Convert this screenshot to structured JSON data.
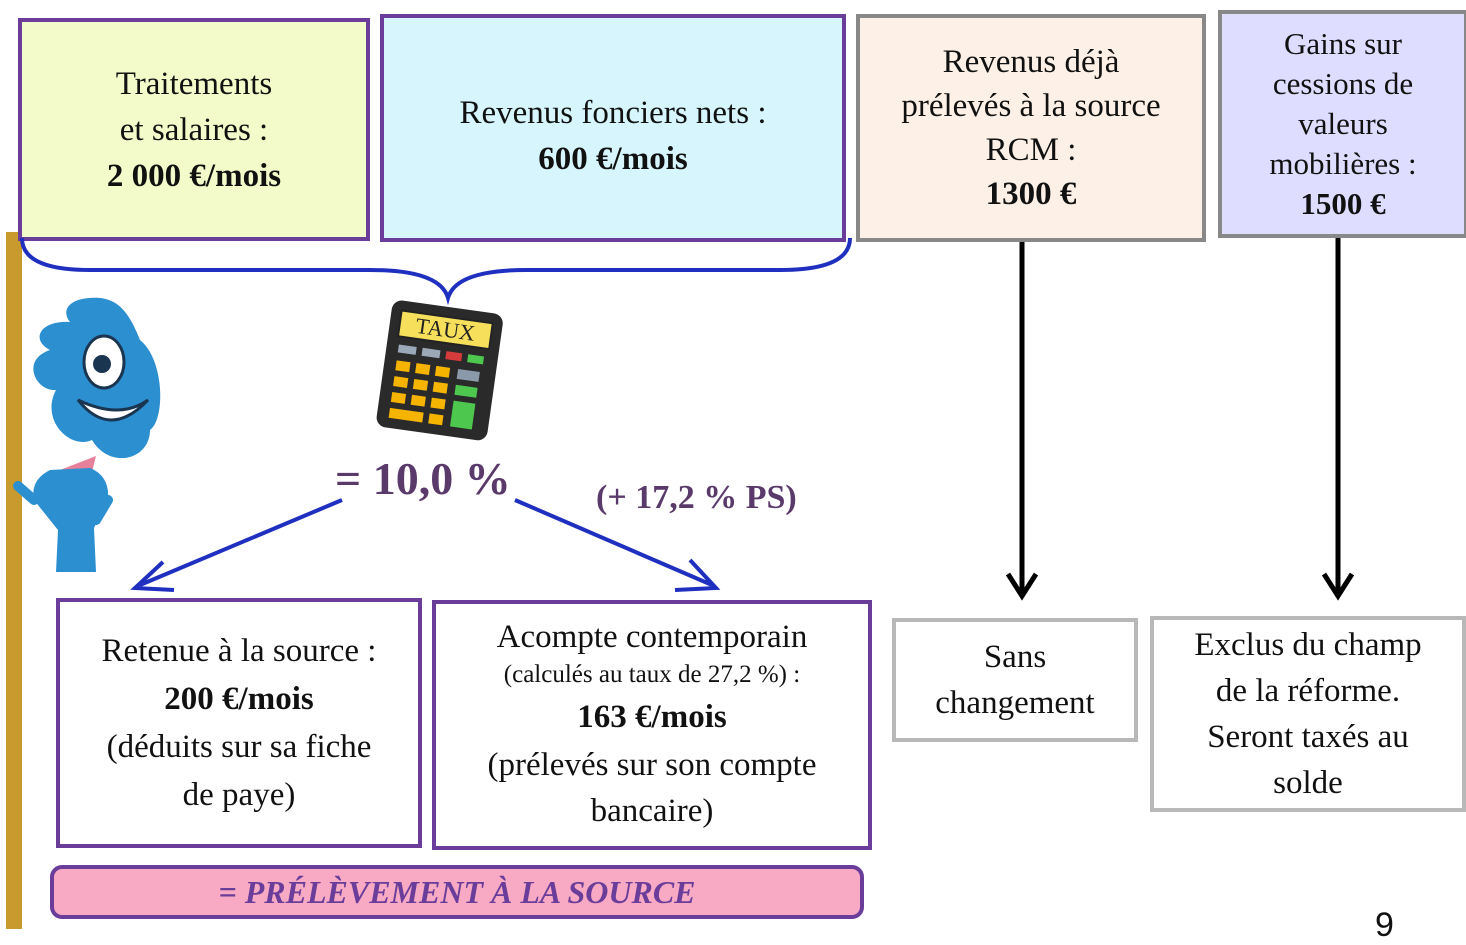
{
  "income_boxes": {
    "salaries": {
      "line1": "Traitements",
      "line2": "et salaires :",
      "amount": "2 000 €/mois",
      "bg": "#f2fbc9"
    },
    "property": {
      "line1": "Revenus fonciers nets :",
      "amount": "600 €/mois",
      "bg": "#d6f5fd"
    },
    "rcm": {
      "line1": "Revenus déjà",
      "line2": "prélevés à la source",
      "line3": "RCM :",
      "amount": "1300 €",
      "bg": "#fdf0e6"
    },
    "capital_gains": {
      "line1": "Gains sur",
      "line2": "cessions de",
      "line3": "valeurs",
      "line4": "mobilières :",
      "amount": "1500 €",
      "bg": "#dedcff"
    }
  },
  "calculator": {
    "label": "TAUX",
    "icon": "calculator-icon"
  },
  "rate": {
    "value": "= 10,0 %",
    "ps": "(+ 17,2 % PS)"
  },
  "outcome_boxes": {
    "withholding": {
      "line1": "Retenue à la source :",
      "amount": "200 €/mois",
      "line2": "(déduits sur sa fiche",
      "line3": "de paye)"
    },
    "installment": {
      "line1": "Acompte contemporain",
      "note": "(calculés au taux de 27,2 %) :",
      "amount": "163 €/mois",
      "line2": "(prélevés sur son compte",
      "line3": "bancaire)"
    },
    "unchanged": {
      "line1": "Sans",
      "line2": "changement"
    },
    "excluded": {
      "line1": "Exclus du champ",
      "line2": "de la réforme.",
      "line3": "Seront taxés au",
      "line4": "solde"
    }
  },
  "banner": "= PRÉLÈVEMENT  À LA SOURCE",
  "page_number": "9",
  "colors": {
    "accent_purple": "#6a3d9a",
    "arrow_blue": "#1f2fbf",
    "banner_pink": "#f8a9c3",
    "character_blue": "#2b8fd0",
    "margin_bar": "#c99a2e"
  }
}
